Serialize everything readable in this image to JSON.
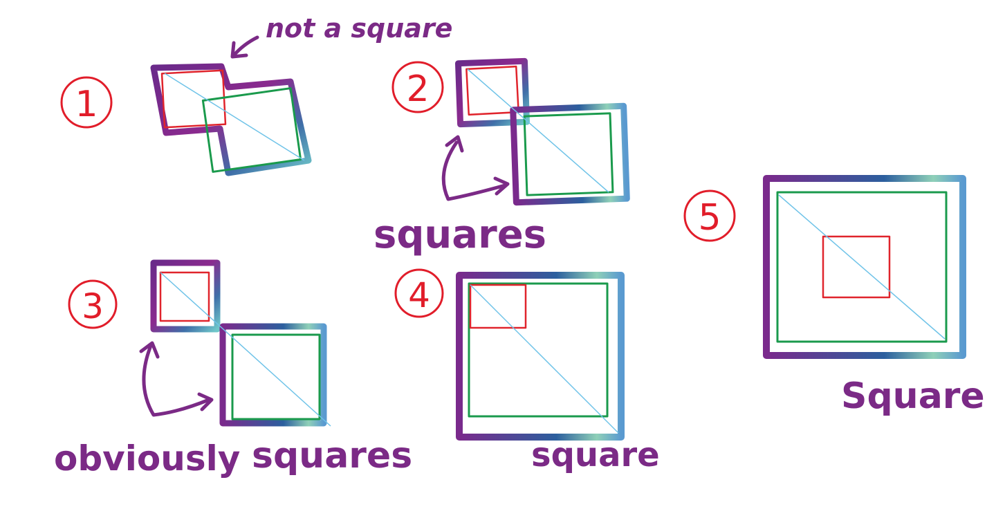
{
  "panels": [
    {
      "number": "1",
      "annotation": "not a square"
    },
    {
      "number": "2",
      "annotation": "squares"
    },
    {
      "number": "3",
      "annotation_prefix": "obviously",
      "annotation": "squares"
    },
    {
      "number": "4",
      "annotation": "square"
    },
    {
      "number": "5",
      "annotation": "Square"
    }
  ],
  "colors": {
    "outline_start": "#6a2a8a",
    "outline_end": "#6fc7c9",
    "small_square": "#e0242c",
    "large_square": "#1a9a4c",
    "diagonal": "#6fc3e8",
    "number_circle": "#e11d2a",
    "annotation_text": "#7b2a86"
  }
}
